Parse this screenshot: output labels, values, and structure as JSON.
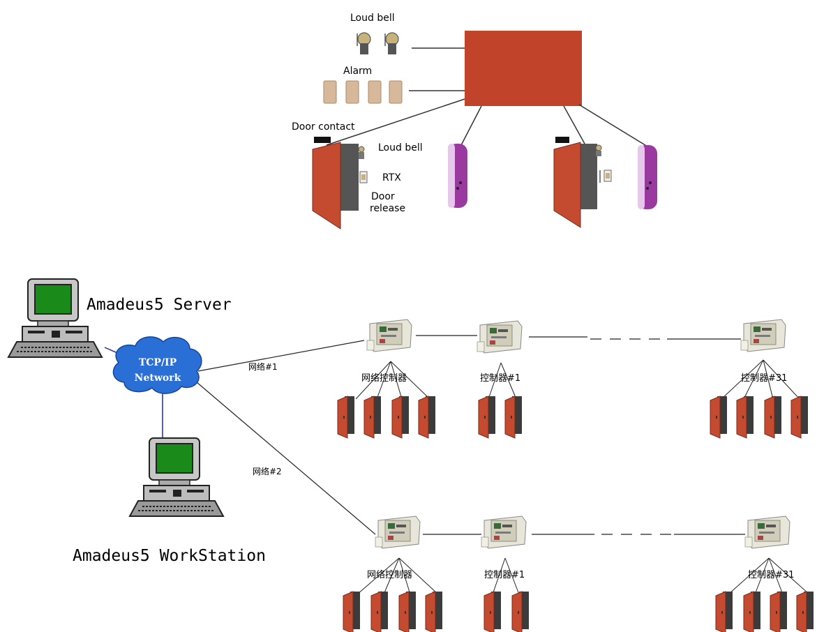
{
  "panel": {
    "loud_bell_top": "Loud bell",
    "alarm": "Alarm",
    "door_contact": "Door contact",
    "loud_bell_side": "Loud bell",
    "rtx": "RTX",
    "door_release_1": "Door",
    "door_release_2": "release"
  },
  "server": {
    "label": "Amadeus5 Server"
  },
  "workstation": {
    "label": "Amadeus5 WorkStation"
  },
  "cloud": {
    "line1": "TCP/IP",
    "line2": "Network"
  },
  "networks": [
    {
      "link_label": "网络#1",
      "controllers": [
        "网络控制器",
        "控制器#1",
        "控制器#31"
      ],
      "door_counts": [
        4,
        2,
        4
      ]
    },
    {
      "link_label": "网络#2",
      "controllers": [
        "网络控制器",
        "控制器#1",
        "控制器#31"
      ],
      "door_counts": [
        4,
        2,
        4
      ]
    }
  ],
  "colors": {
    "main_panel": "#c0432a",
    "door": "#c44a30",
    "frame": "#3a3a3a",
    "cloud": "#2a6fd6",
    "screen": "#1a8a1a",
    "reader": "#9a3aa0"
  }
}
